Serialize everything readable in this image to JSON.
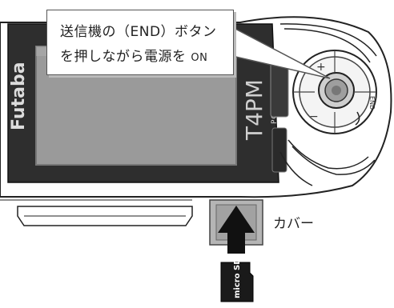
{
  "callout": {
    "line1": "送信機の（END）ボタン",
    "line2_prefix": "を押しながら電源を",
    "line2_suffix": "ON"
  },
  "transmitter": {
    "brand_logo": "Futaba",
    "model_logo": "T4PM",
    "power_label": "POWER",
    "end_label": "END",
    "plus_label": "+",
    "minus_label": "−"
  },
  "cover_label": "カバー",
  "sd_card_label": "micro SD"
}
